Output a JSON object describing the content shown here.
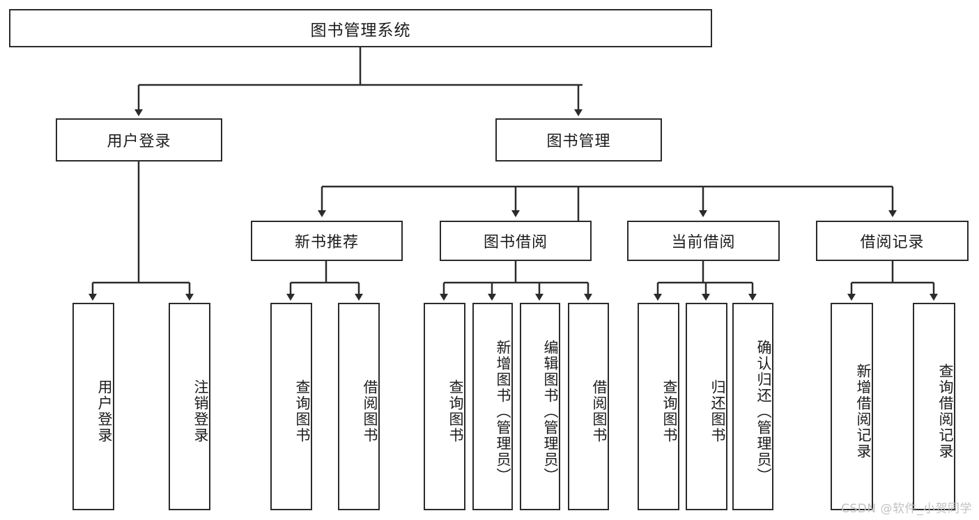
{
  "diagram": {
    "title": "图书管理系统",
    "type": "tree",
    "watermark": "CSDN @软件_小贺同学",
    "colors": {
      "stroke": "#2b2b2b",
      "fill": "#ffffff",
      "text": "#1b1b1b",
      "watermark": "#c2c2c2"
    },
    "root": {
      "label": "图书管理系统"
    },
    "level2": [
      {
        "id": "user-login",
        "label": "用户登录"
      },
      {
        "id": "book-manage",
        "label": "图书管理"
      }
    ],
    "level3": [
      {
        "id": "new-book-recommend",
        "label": "新书推荐"
      },
      {
        "id": "book-borrow",
        "label": "图书借阅"
      },
      {
        "id": "current-borrow",
        "label": "当前借阅"
      },
      {
        "id": "borrow-record",
        "label": "借阅记录"
      }
    ],
    "leaves": [
      {
        "id": "leaf-user-login",
        "label": "用户登录",
        "parent": "user-login"
      },
      {
        "id": "leaf-user-logout",
        "label": "注销登录",
        "parent": "user-login"
      },
      {
        "id": "leaf-query-book-1",
        "label": "查询图书",
        "parent": "new-book-recommend"
      },
      {
        "id": "leaf-borrow-book-1",
        "label": "借阅图书",
        "parent": "new-book-recommend"
      },
      {
        "id": "leaf-query-book-2",
        "label": "查询图书",
        "parent": "book-borrow"
      },
      {
        "id": "leaf-add-book",
        "label": "新增图书（管理员）",
        "parent": "book-borrow"
      },
      {
        "id": "leaf-edit-book",
        "label": "编辑图书（管理员）",
        "parent": "book-borrow"
      },
      {
        "id": "leaf-borrow-book-2",
        "label": "借阅图书",
        "parent": "book-borrow"
      },
      {
        "id": "leaf-query-book-3",
        "label": "查询图书",
        "parent": "current-borrow"
      },
      {
        "id": "leaf-return-book",
        "label": "归还图书",
        "parent": "current-borrow"
      },
      {
        "id": "leaf-confirm-return",
        "label": "确认归还（管理员）",
        "parent": "current-borrow"
      },
      {
        "id": "leaf-add-borrow-record",
        "label": "新增借阅记录",
        "parent": "borrow-record"
      },
      {
        "id": "leaf-query-borrow-record",
        "label": "查询借阅记录",
        "parent": "borrow-record"
      }
    ]
  }
}
